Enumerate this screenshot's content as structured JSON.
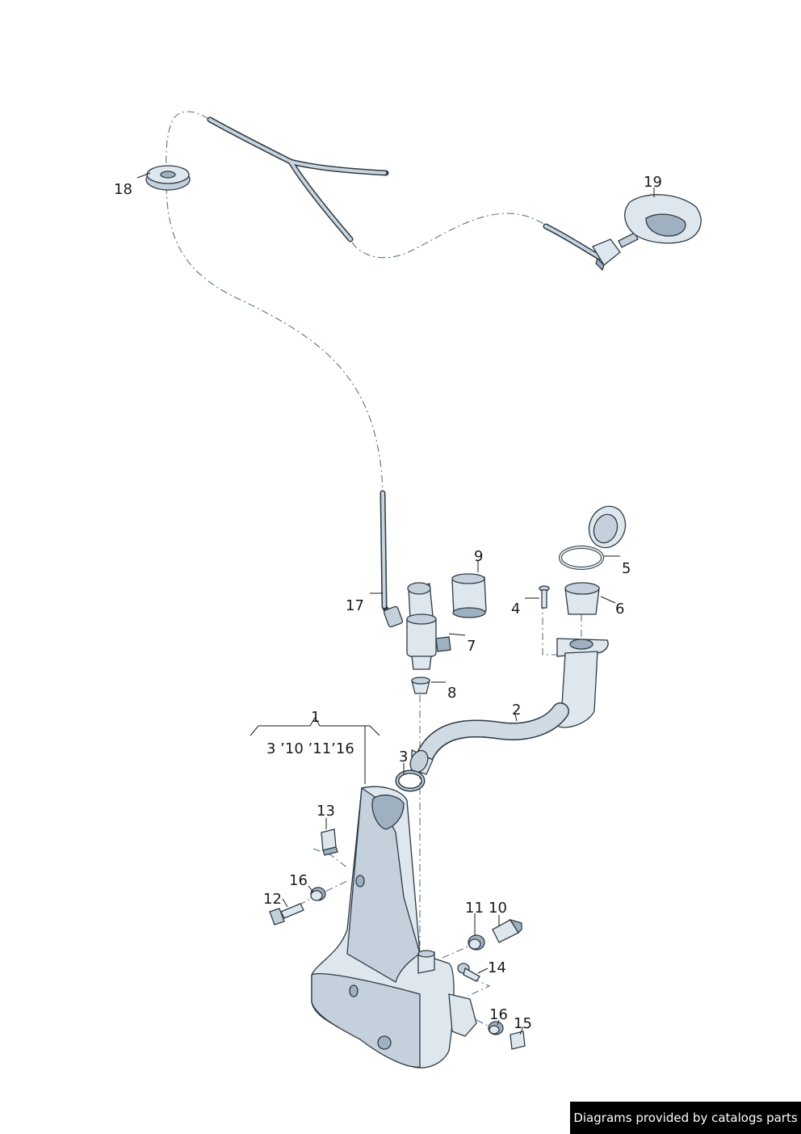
{
  "callouts": {
    "c1": "1",
    "c1_note": "3 ’10 ’11’16",
    "c2": "2",
    "c3": "3",
    "c4": "4",
    "c5": "5",
    "c6": "6",
    "c7": "7",
    "c8": "8",
    "c9": "9",
    "c10": "10",
    "c11": "11",
    "c12": "12",
    "c13": "13",
    "c14": "14",
    "c15": "15",
    "c16a": "16",
    "c16b": "16",
    "c17": "17",
    "c18": "18",
    "c19": "19"
  },
  "credit": "Diagrams provided by catalogs parts",
  "colors": {
    "outline": "#2f3a44",
    "part_fill": "#dfe7ee",
    "part_shade": "#9fb1c0",
    "dash_line": "#5c7385",
    "credit_bg": "#000000"
  }
}
